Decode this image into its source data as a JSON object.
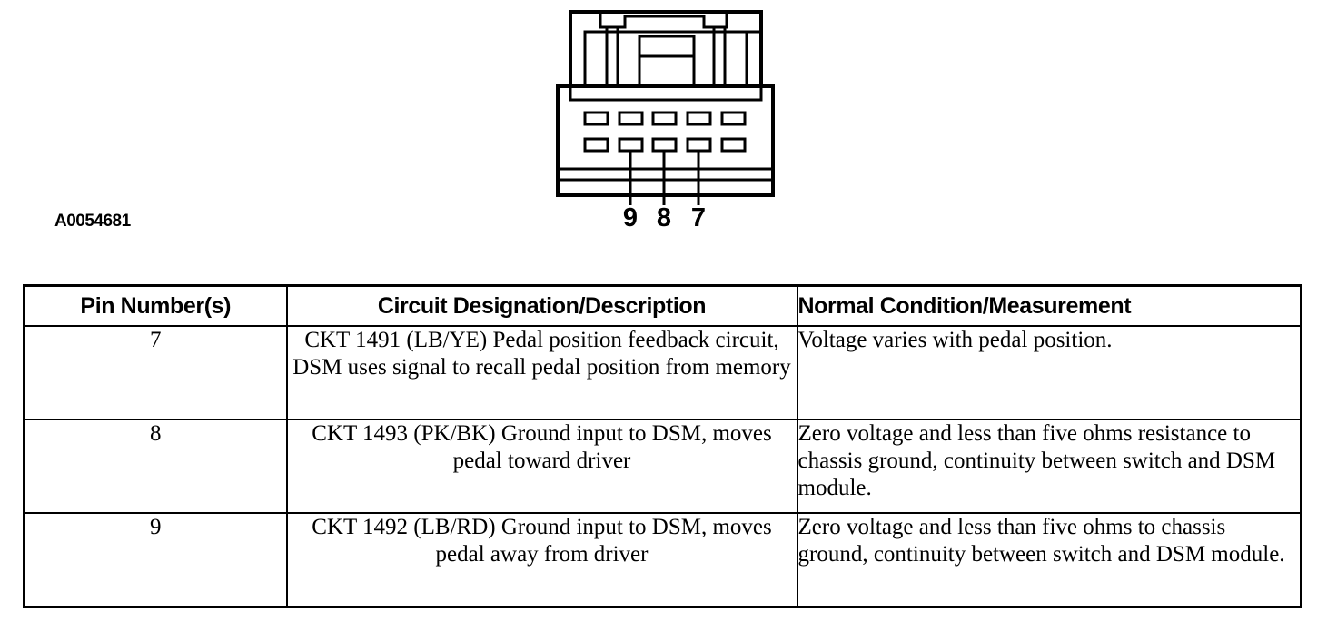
{
  "figure": {
    "id": "A0054681",
    "pin_labels": [
      "9",
      "8",
      "7"
    ]
  },
  "table": {
    "headers": [
      "Pin Number(s)",
      "Circuit Designation/Description",
      "Normal Condition/Measurement"
    ],
    "rows": [
      {
        "pin": "7",
        "description": "CKT 1491 (LB/YE) Pedal position feedback circuit, DSM uses signal to recall pedal position from memory",
        "measurement": "Voltage varies with pedal position."
      },
      {
        "pin": "8",
        "description": "CKT 1493 (PK/BK) Ground input to DSM, moves pedal toward driver",
        "measurement": "Zero voltage and less than five ohms resistance to chassis ground, continuity between switch and DSM module."
      },
      {
        "pin": "9",
        "description": "CKT 1492 (LB/RD) Ground input to DSM, moves pedal away from driver",
        "measurement": "Zero voltage and less than five ohms to chassis ground, continuity between switch and DSM module."
      }
    ]
  }
}
